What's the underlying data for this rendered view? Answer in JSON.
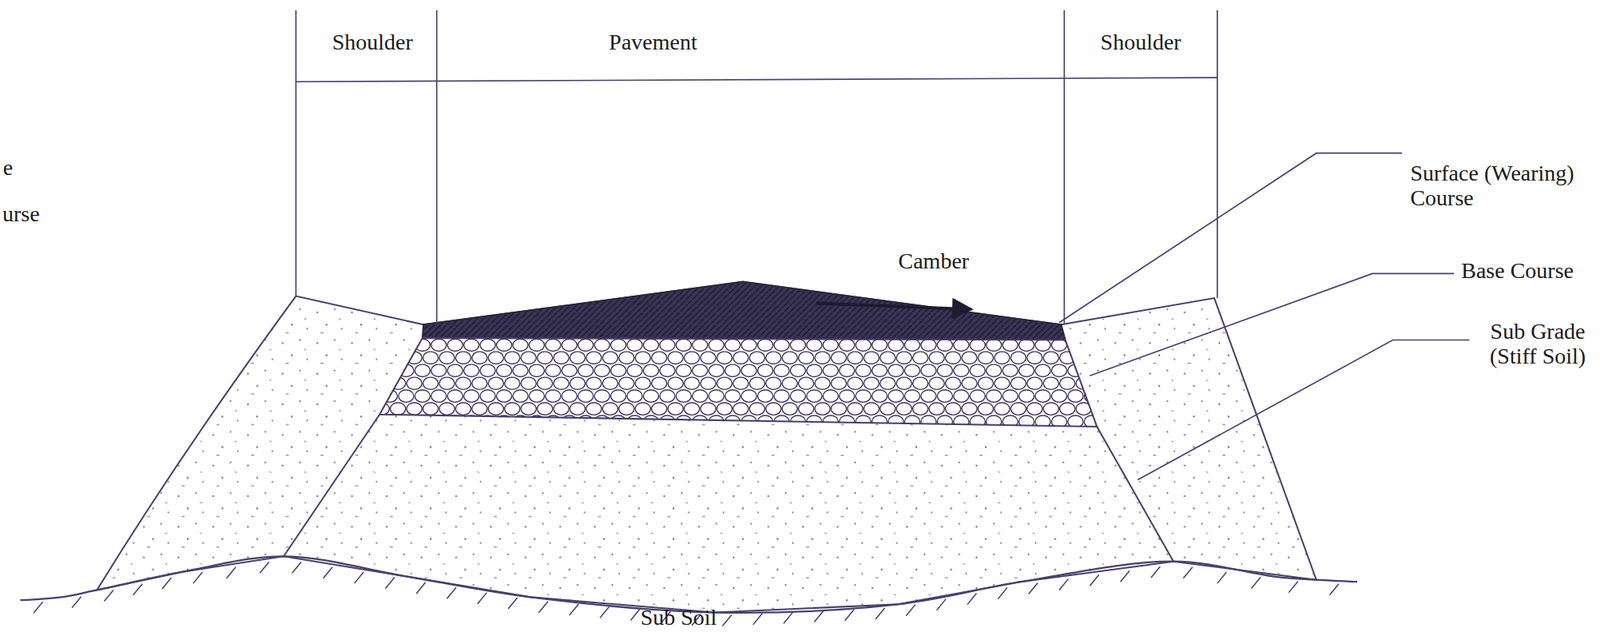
{
  "diagram": {
    "labels": [
      "e",
      "urse",
      "Shoulder",
      "Pavement",
      "Shoulder",
      "Camber",
      "Surface (Wearing) Course",
      "Base Course",
      "Sub Grade (Stiff Soil)",
      "Sub Soil"
    ]
  }
}
